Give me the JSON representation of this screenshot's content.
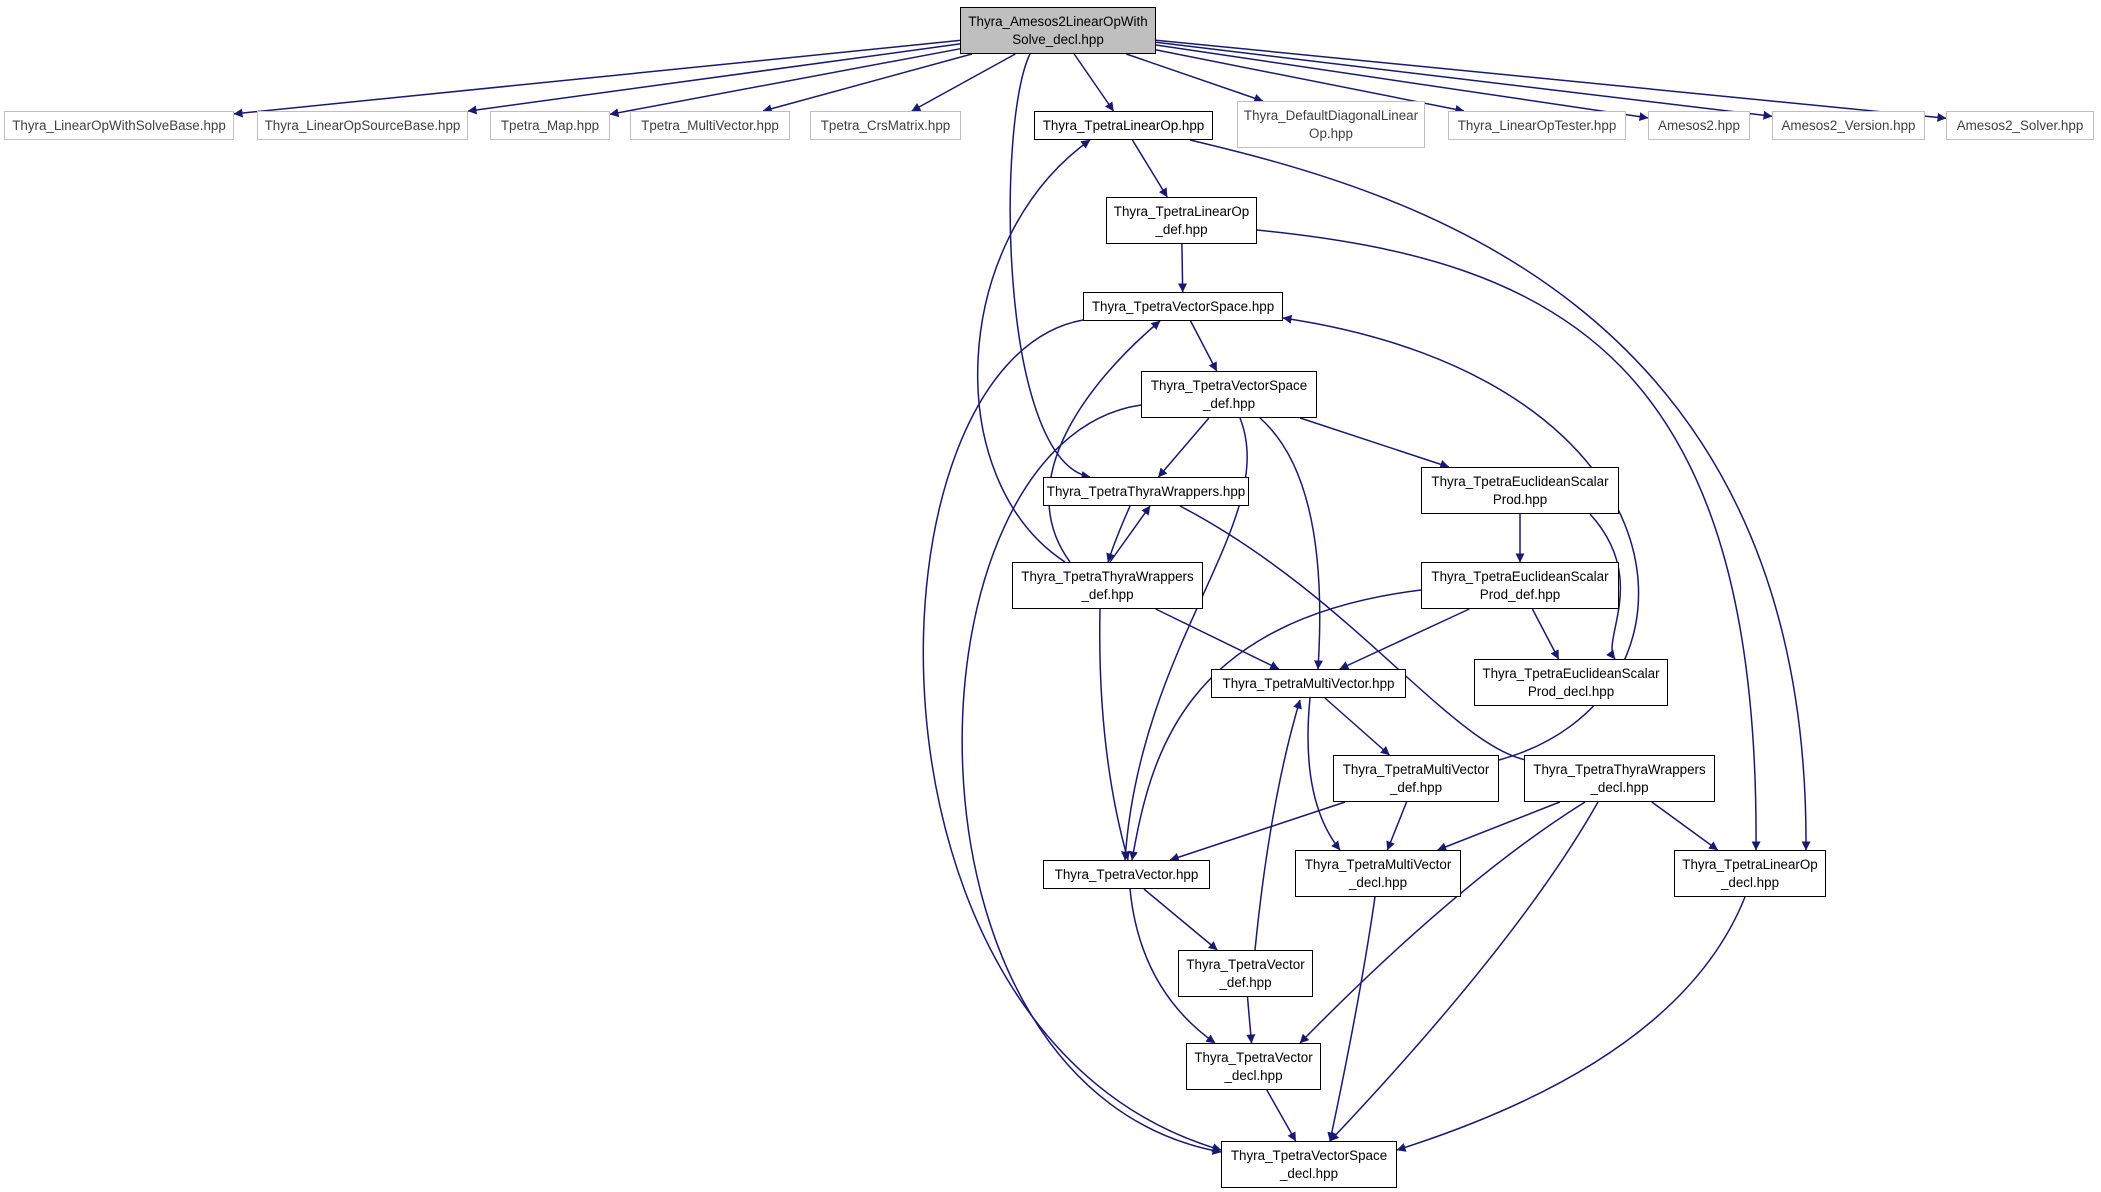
{
  "colors": {
    "edge": "#191970",
    "root_fill": "#bfbfbf",
    "external_border": "#bfbfbf",
    "node_border": "#000000"
  },
  "nodes": {
    "root": [
      "Thyra_Amesos2LinearOpWith",
      "Solve_decl.hpp"
    ],
    "linop_with_solve_base": [
      "Thyra_LinearOpWithSolveBase.hpp"
    ],
    "linop_source_base": [
      "Thyra_LinearOpSourceBase.hpp"
    ],
    "tpetra_map": [
      "Tpetra_Map.hpp"
    ],
    "tpetra_multivector": [
      "Tpetra_MultiVector.hpp"
    ],
    "tpetra_crsmatrix": [
      "Tpetra_CrsMatrix.hpp"
    ],
    "tpetra_linear_op": [
      "Thyra_TpetraLinearOp.hpp"
    ],
    "default_diagonal": [
      "Thyra_DefaultDiagonalLinear",
      "Op.hpp"
    ],
    "linop_tester": [
      "Thyra_LinearOpTester.hpp"
    ],
    "amesos2": [
      "Amesos2.hpp"
    ],
    "amesos2_version": [
      "Amesos2_Version.hpp"
    ],
    "amesos2_solver": [
      "Amesos2_Solver.hpp"
    ],
    "tpetra_linear_op_def": [
      "Thyra_TpetraLinearOp",
      "_def.hpp"
    ],
    "tpetra_vector_space": [
      "Thyra_TpetraVectorSpace.hpp"
    ],
    "tpetra_vector_space_def": [
      "Thyra_TpetraVectorSpace",
      "_def.hpp"
    ],
    "thyra_wrappers": [
      "Thyra_TpetraThyraWrappers.hpp"
    ],
    "euclid_scalar_prod": [
      "Thyra_TpetraEuclideanScalar",
      "Prod.hpp"
    ],
    "thyra_wrappers_def": [
      "Thyra_TpetraThyraWrappers",
      "_def.hpp"
    ],
    "euclid_scalar_prod_def": [
      "Thyra_TpetraEuclideanScalar",
      "Prod_def.hpp"
    ],
    "tpetra_multi_vector": [
      "Thyra_TpetraMultiVector.hpp"
    ],
    "euclid_scalar_prod_decl": [
      "Thyra_TpetraEuclideanScalar",
      "Prod_decl.hpp"
    ],
    "multi_vector_def": [
      "Thyra_TpetraMultiVector",
      "_def.hpp"
    ],
    "thyra_wrappers_decl": [
      "Thyra_TpetraThyraWrappers",
      "_decl.hpp"
    ],
    "tpetra_vector": [
      "Thyra_TpetraVector.hpp"
    ],
    "multi_vector_decl": [
      "Thyra_TpetraMultiVector",
      "_decl.hpp"
    ],
    "linear_op_decl": [
      "Thyra_TpetraLinearOp",
      "_decl.hpp"
    ],
    "tpetra_vector_def": [
      "Thyra_TpetraVector",
      "_def.hpp"
    ],
    "tpetra_vector_decl": [
      "Thyra_TpetraVector",
      "_decl.hpp"
    ],
    "vector_space_decl": [
      "Thyra_TpetraVectorSpace",
      "_decl.hpp"
    ]
  },
  "edges": [
    [
      "root",
      "linop_with_solve_base"
    ],
    [
      "root",
      "linop_source_base"
    ],
    [
      "root",
      "tpetra_map"
    ],
    [
      "root",
      "tpetra_multivector"
    ],
    [
      "root",
      "tpetra_crsmatrix"
    ],
    [
      "root",
      "tpetra_linear_op"
    ],
    [
      "root",
      "default_diagonal"
    ],
    [
      "root",
      "linop_tester"
    ],
    [
      "root",
      "amesos2"
    ],
    [
      "root",
      "amesos2_version"
    ],
    [
      "root",
      "amesos2_solver"
    ],
    [
      "root",
      "thyra_wrappers"
    ],
    [
      "tpetra_linear_op",
      "tpetra_linear_op_def"
    ],
    [
      "tpetra_linear_op",
      "linear_op_decl"
    ],
    [
      "tpetra_linear_op_def",
      "tpetra_vector_space"
    ],
    [
      "tpetra_linear_op_def",
      "linear_op_decl"
    ],
    [
      "tpetra_vector_space",
      "tpetra_vector_space_def"
    ],
    [
      "tpetra_vector_space",
      "vector_space_decl"
    ],
    [
      "tpetra_vector_space_def",
      "thyra_wrappers"
    ],
    [
      "tpetra_vector_space_def",
      "euclid_scalar_prod"
    ],
    [
      "tpetra_vector_space_def",
      "tpetra_multi_vector"
    ],
    [
      "tpetra_vector_space_def",
      "tpetra_vector"
    ],
    [
      "tpetra_vector_space_def",
      "vector_space_decl"
    ],
    [
      "thyra_wrappers",
      "thyra_wrappers_def"
    ],
    [
      "thyra_wrappers",
      "thyra_wrappers_decl"
    ],
    [
      "thyra_wrappers_def",
      "tpetra_linear_op"
    ],
    [
      "thyra_wrappers_def",
      "tpetra_vector_space"
    ],
    [
      "thyra_wrappers_def",
      "thyra_wrappers"
    ],
    [
      "thyra_wrappers_def",
      "tpetra_multi_vector"
    ],
    [
      "thyra_wrappers_def",
      "tpetra_vector"
    ],
    [
      "euclid_scalar_prod",
      "euclid_scalar_prod_def"
    ],
    [
      "euclid_scalar_prod",
      "euclid_scalar_prod_decl"
    ],
    [
      "euclid_scalar_prod_def",
      "euclid_scalar_prod_decl"
    ],
    [
      "euclid_scalar_prod_def",
      "tpetra_multi_vector"
    ],
    [
      "euclid_scalar_prod_def",
      "tpetra_vector"
    ],
    [
      "tpetra_multi_vector",
      "multi_vector_def"
    ],
    [
      "tpetra_multi_vector",
      "multi_vector_decl"
    ],
    [
      "multi_vector_def",
      "tpetra_vector_space"
    ],
    [
      "multi_vector_def",
      "multi_vector_decl"
    ],
    [
      "multi_vector_def",
      "tpetra_vector"
    ],
    [
      "thyra_wrappers_decl",
      "multi_vector_decl"
    ],
    [
      "thyra_wrappers_decl",
      "linear_op_decl"
    ],
    [
      "thyra_wrappers_decl",
      "tpetra_vector_decl"
    ],
    [
      "thyra_wrappers_decl",
      "vector_space_decl"
    ],
    [
      "tpetra_vector",
      "tpetra_vector_def"
    ],
    [
      "tpetra_vector",
      "tpetra_vector_decl"
    ],
    [
      "tpetra_vector_def",
      "tpetra_multi_vector"
    ],
    [
      "tpetra_vector_def",
      "tpetra_vector_decl"
    ],
    [
      "tpetra_vector_decl",
      "vector_space_decl"
    ],
    [
      "multi_vector_decl",
      "vector_space_decl"
    ],
    [
      "linear_op_decl",
      "vector_space_decl"
    ]
  ]
}
